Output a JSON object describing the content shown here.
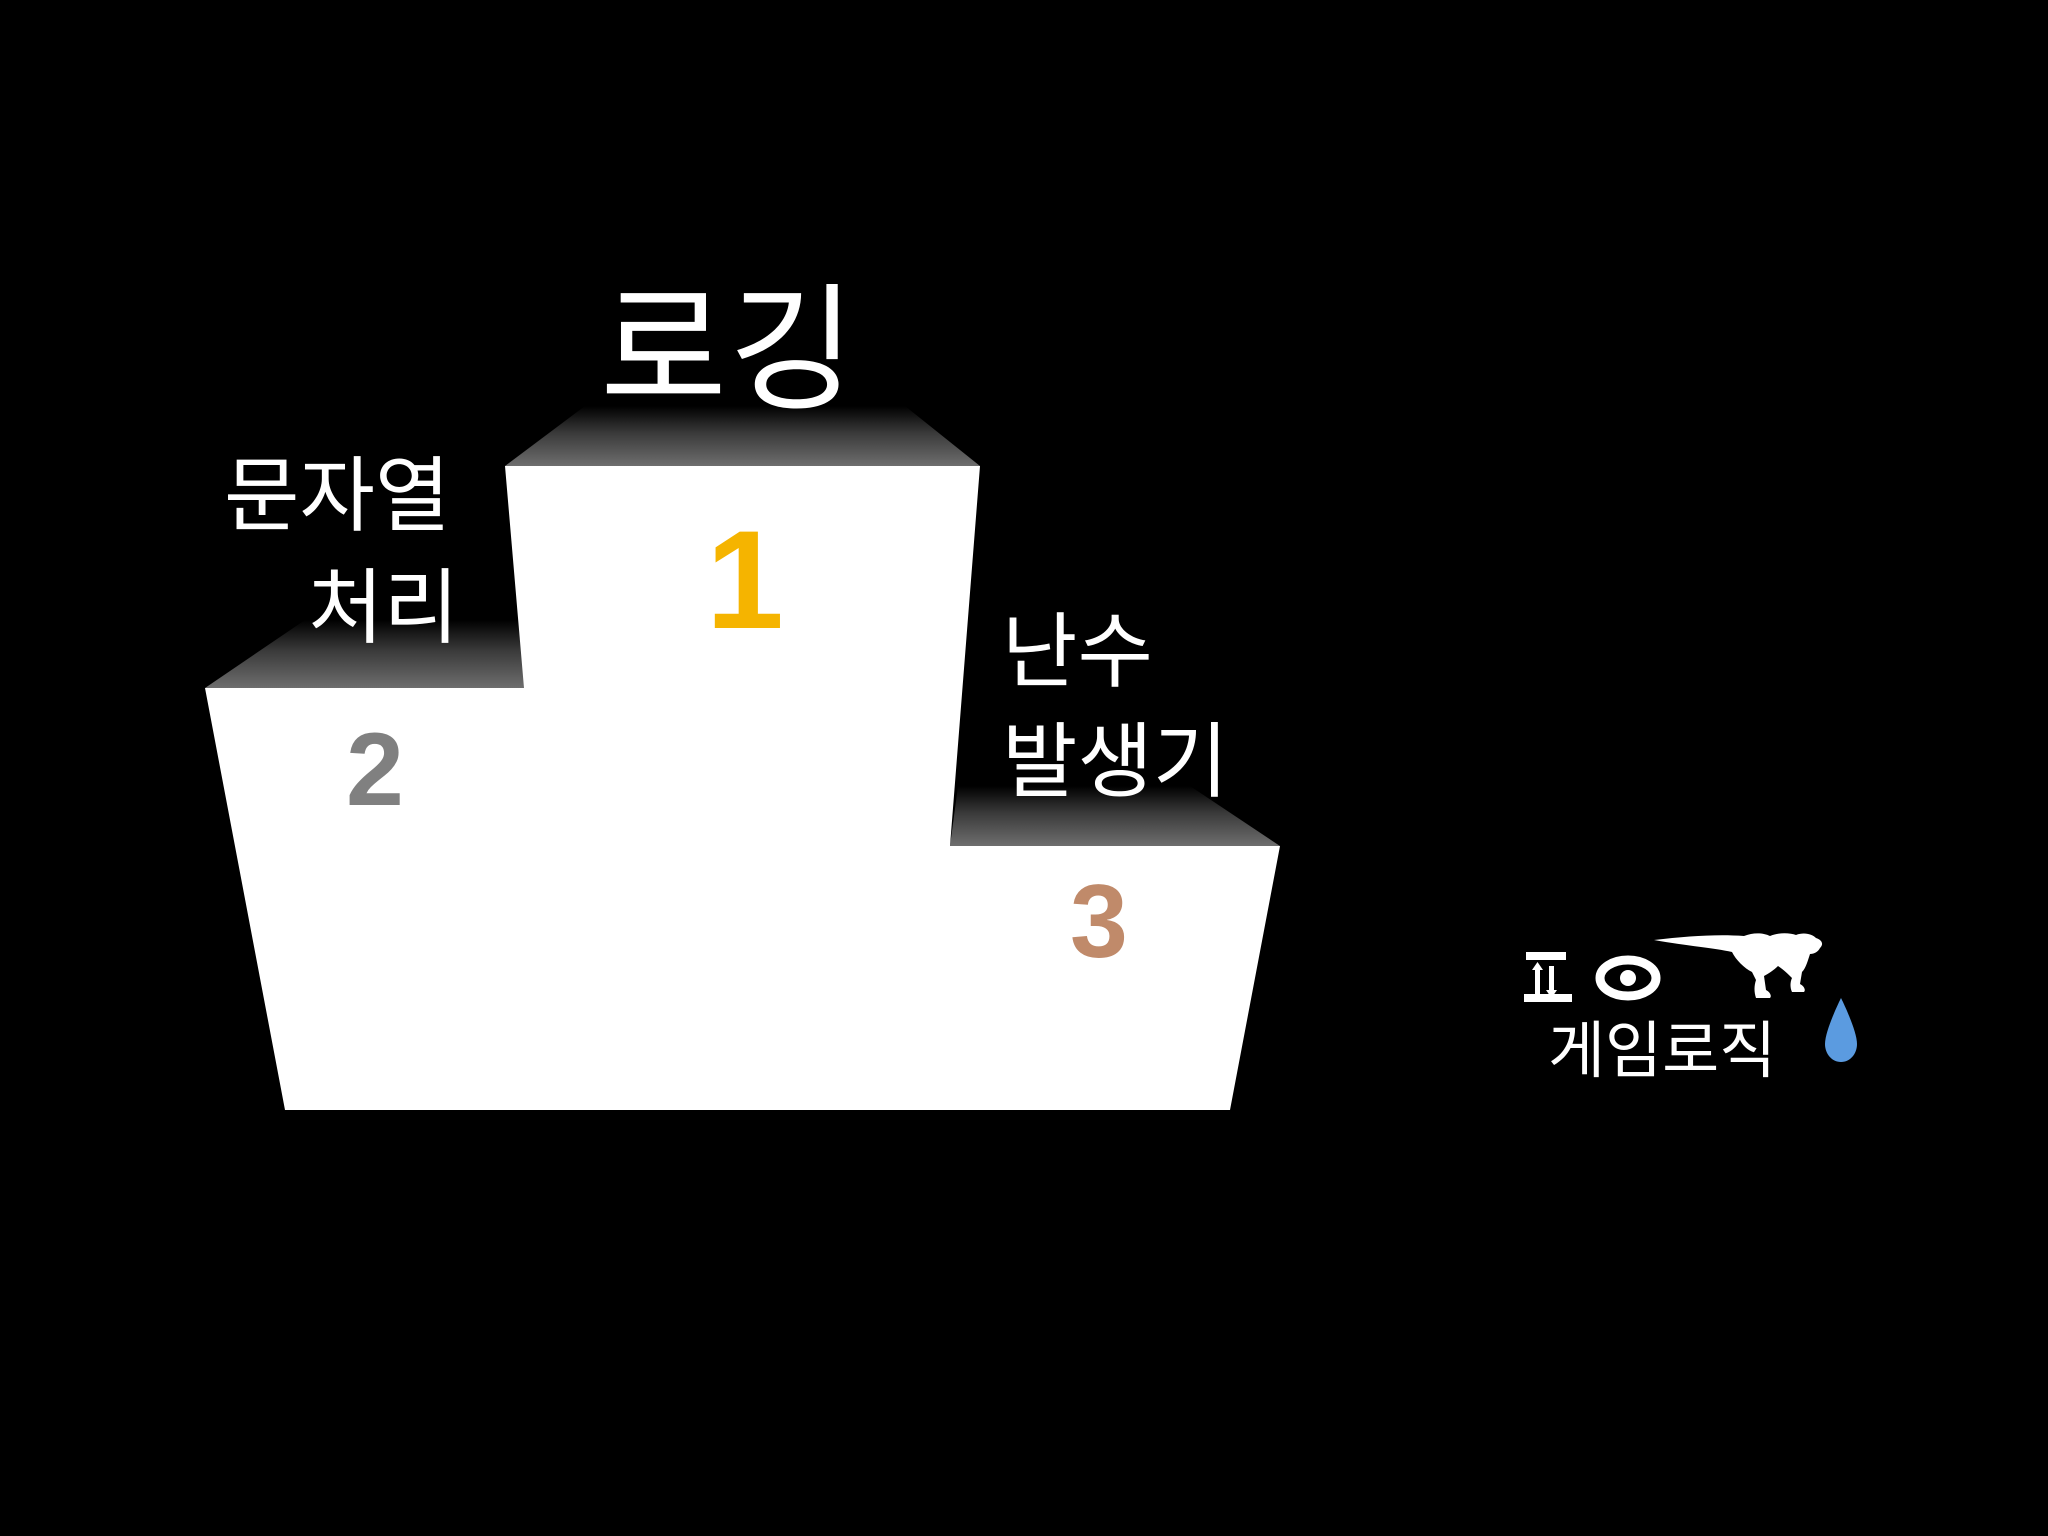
{
  "podium": {
    "first": {
      "rank": "1",
      "label": "로깅",
      "rank_color": "#F5B400"
    },
    "second": {
      "rank": "2",
      "label_line1": "문자열",
      "label_line2": "처리",
      "rank_color": "#808080"
    },
    "third": {
      "rank": "3",
      "label_line1": "난수",
      "label_line2": "발생기",
      "rank_color": "#C08A6A"
    }
  },
  "logo": {
    "text": "게임로직",
    "icon": "eye-and-dinosaur-icon",
    "drop_icon": "water-drop-icon",
    "drop_color": "#5B9BE0"
  },
  "colors": {
    "background": "#000000",
    "podium": "#FFFFFF",
    "text": "#FFFFFF"
  }
}
